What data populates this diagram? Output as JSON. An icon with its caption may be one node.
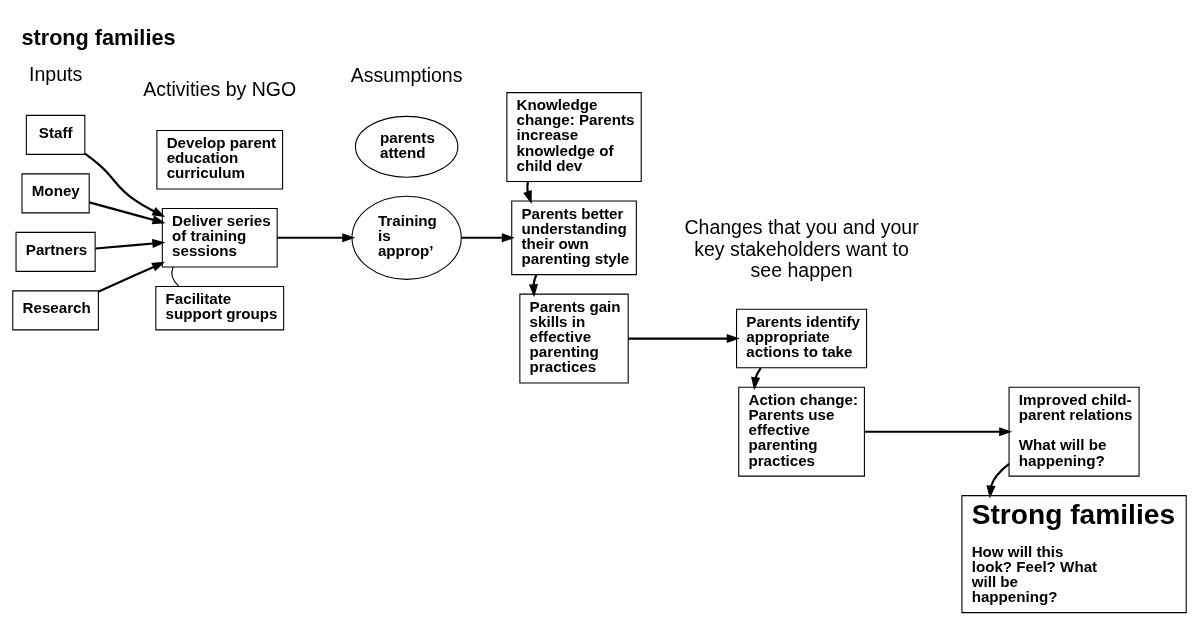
{
  "diagram": {
    "title": "strong families",
    "nodes": [
      {
        "text": [
          "Staff"
        ]
      },
      {
        "text": [
          "Money"
        ]
      },
      {
        "text": [
          "Partners"
        ]
      },
      {
        "text": [
          "Research"
        ]
      },
      {
        "text": [
          "Develop parent education curriculum"
        ]
      },
      {
        "text": [
          "Deliver series of training sessions"
        ]
      },
      {
        "text": [
          "Facilitate support groups"
        ]
      },
      {
        "text": [
          "parents attend"
        ]
      },
      {
        "text": [
          "Training is approp’"
        ]
      },
      {
        "text": [
          "Knowledge change: Parents increase knowledge of child dev"
        ]
      },
      {
        "text": [
          "Parents better understanding their own parenting style"
        ]
      },
      {
        "text": [
          "Parents gain skills in effective parenting practices"
        ]
      },
      {
        "text": [
          "Parents identify appropriate actions to take"
        ]
      },
      {
        "text": [
          "Action change: Parents use effective parenting practices"
        ]
      },
      {
        "text": [
          "Improved child-parent relations",
          "What will be happening?"
        ]
      },
      {
        "text": [
          "Strong families",
          "How will this look? Feel? What will be happening?"
        ]
      }
    ],
    "edges": [
      {
        "from": 0,
        "to": 5,
        "arrow": "to"
      },
      {
        "from": 1,
        "to": 5,
        "arrow": "to"
      },
      {
        "from": 2,
        "to": 5,
        "arrow": "to"
      },
      {
        "from": 3,
        "to": 5,
        "arrow": "to"
      },
      {
        "from": 5,
        "to": 6,
        "arrow": "none"
      },
      {
        "from": 5,
        "to": 8,
        "arrow": "to"
      },
      {
        "from": 8,
        "to": 10,
        "arrow": "to"
      },
      {
        "from": 9,
        "to": 10,
        "arrow": "to"
      },
      {
        "from": 10,
        "to": 11,
        "arrow": "to"
      },
      {
        "from": 11,
        "to": 12,
        "arrow": "to"
      },
      {
        "from": 12,
        "to": 13,
        "arrow": "to"
      },
      {
        "from": 13,
        "to": 14,
        "arrow": "to"
      },
      {
        "from": 14,
        "to": 15,
        "arrow": "to"
      }
    ],
    "labels": [
      "Activities by NGO",
      "Changes that you and your key stakeholders want to see happen",
      "Assumptions",
      "Inputs"
    ]
  }
}
